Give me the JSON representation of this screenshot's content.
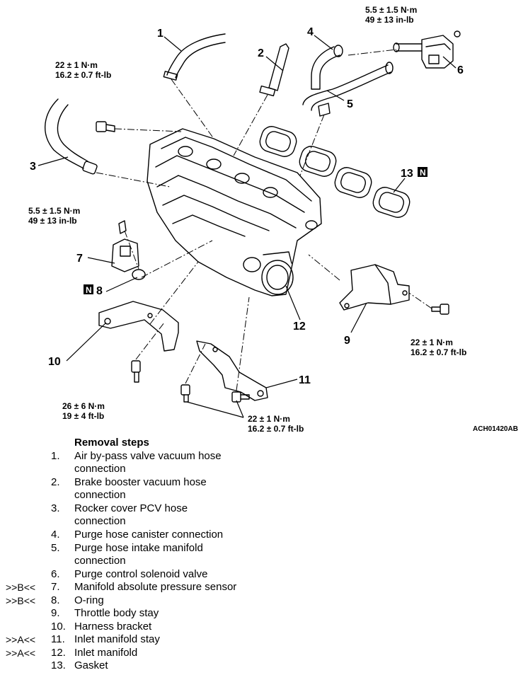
{
  "callouts": {
    "c1": "1",
    "c2": "2",
    "c3": "3",
    "c4": "4",
    "c5": "5",
    "c6": "6",
    "c7": "7",
    "c8": "8",
    "c9": "9",
    "c10": "10",
    "c11": "11",
    "c12": "12",
    "c13": "13",
    "n_badge": "N"
  },
  "torques": {
    "t_top_right_1": "5.5 ± 1.5 N·m",
    "t_top_right_2": "49 ± 13 in-lb",
    "t_top_left_1": "22 ± 1 N·m",
    "t_top_left_2": "16.2 ± 0.7 ft-lb",
    "t_mid_left_1": "5.5 ± 1.5 N·m",
    "t_mid_left_2": "49 ± 13 in-lb",
    "t_right_1": "22 ± 1 N·m",
    "t_right_2": "16.2 ± 0.7 ft-lb",
    "t_bottom_left_1": "26 ± 6 N·m",
    "t_bottom_left_2": "19 ± 4 ft-lb",
    "t_bottom_mid_1": "22 ± 1 N·m",
    "t_bottom_mid_2": "16.2 ± 0.7 ft-lb"
  },
  "figure_code": "ACH01420AB",
  "steps_title": "Removal steps",
  "steps": [
    {
      "marker": "",
      "num": "1.",
      "text": "Air by-pass valve vacuum hose",
      "text2": "connection"
    },
    {
      "marker": "",
      "num": "2.",
      "text": "Brake booster vacuum hose",
      "text2": "connection"
    },
    {
      "marker": "",
      "num": "3.",
      "text": "Rocker cover PCV hose",
      "text2": "connection"
    },
    {
      "marker": "",
      "num": "4.",
      "text": "Purge hose canister connection",
      "text2": ""
    },
    {
      "marker": "",
      "num": "5.",
      "text": "Purge hose intake manifold",
      "text2": "connection"
    },
    {
      "marker": "",
      "num": "6.",
      "text": "Purge control solenoid valve",
      "text2": ""
    },
    {
      "marker": ">>B<<",
      "num": "7.",
      "text": "Manifold absolute pressure sensor",
      "text2": ""
    },
    {
      "marker": ">>B<<",
      "num": "8.",
      "text": "O-ring",
      "text2": ""
    },
    {
      "marker": "",
      "num": "9.",
      "text": "Throttle body stay",
      "text2": ""
    },
    {
      "marker": "",
      "num": "10.",
      "text": "Harness bracket",
      "text2": ""
    },
    {
      "marker": ">>A<<",
      "num": "11.",
      "text": "Inlet manifold stay",
      "text2": ""
    },
    {
      "marker": ">>A<<",
      "num": "12.",
      "text": "Inlet manifold",
      "text2": ""
    },
    {
      "marker": "",
      "num": "13.",
      "text": "Gasket",
      "text2": ""
    }
  ]
}
